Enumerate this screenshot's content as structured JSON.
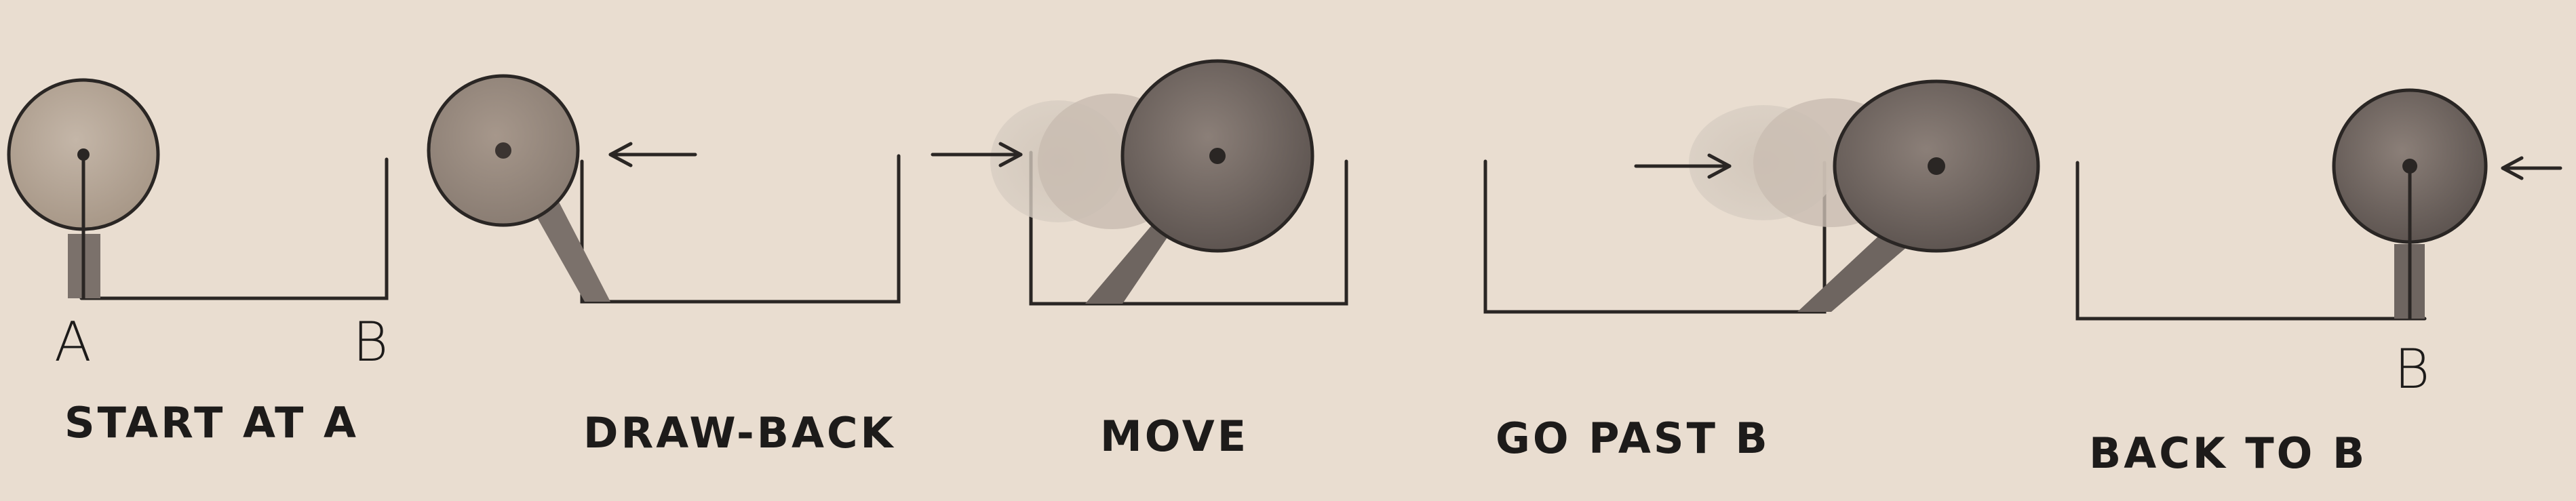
{
  "panels": [
    {
      "caption": "START AT A",
      "letters": [
        "A",
        "B"
      ]
    },
    {
      "caption": "DRAW-BACK"
    },
    {
      "caption": "MOVE"
    },
    {
      "caption": "GO PAST B"
    },
    {
      "caption": "BACK TO B",
      "letters": [
        "B"
      ]
    }
  ],
  "colors": {
    "background": "#e9ddd0",
    "ink": "#2a2624",
    "wheel_light": "#b7a89a",
    "wheel_dark": "#6f6561",
    "ghost": "#cfc4b8"
  }
}
